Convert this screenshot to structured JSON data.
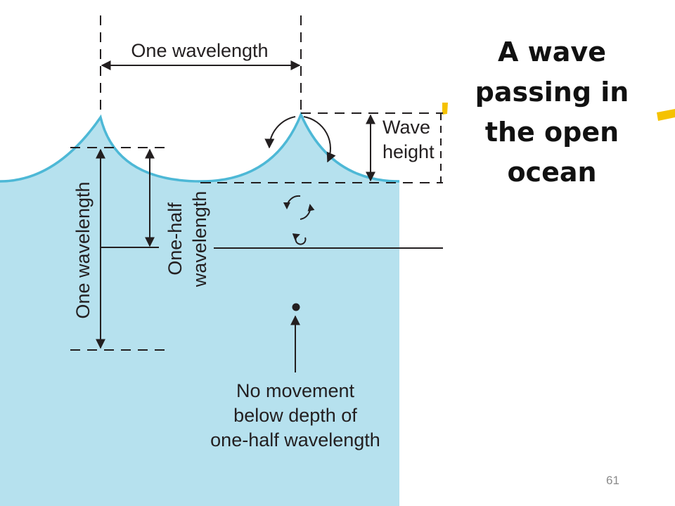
{
  "slide": {
    "title_lines": [
      "A wave",
      "passing in",
      "the open",
      "ocean"
    ],
    "page_number": "61"
  },
  "diagram": {
    "labels": {
      "top_wavelength": "One wavelength",
      "wave_height_line1": "Wave",
      "wave_height_line2": "height",
      "vertical_wavelength": "One wavelength",
      "half_wavelength_line1": "One-half",
      "half_wavelength_line2": "wavelength",
      "no_movement_line1": "No movement",
      "no_movement_line2": "below depth of",
      "no_movement_line3": "one-half wavelength"
    },
    "colors": {
      "water": "#b6e1ee",
      "wave_surface": "#4db8d6",
      "ink": "#231f20",
      "accent_yellow": "#f5c200"
    }
  }
}
